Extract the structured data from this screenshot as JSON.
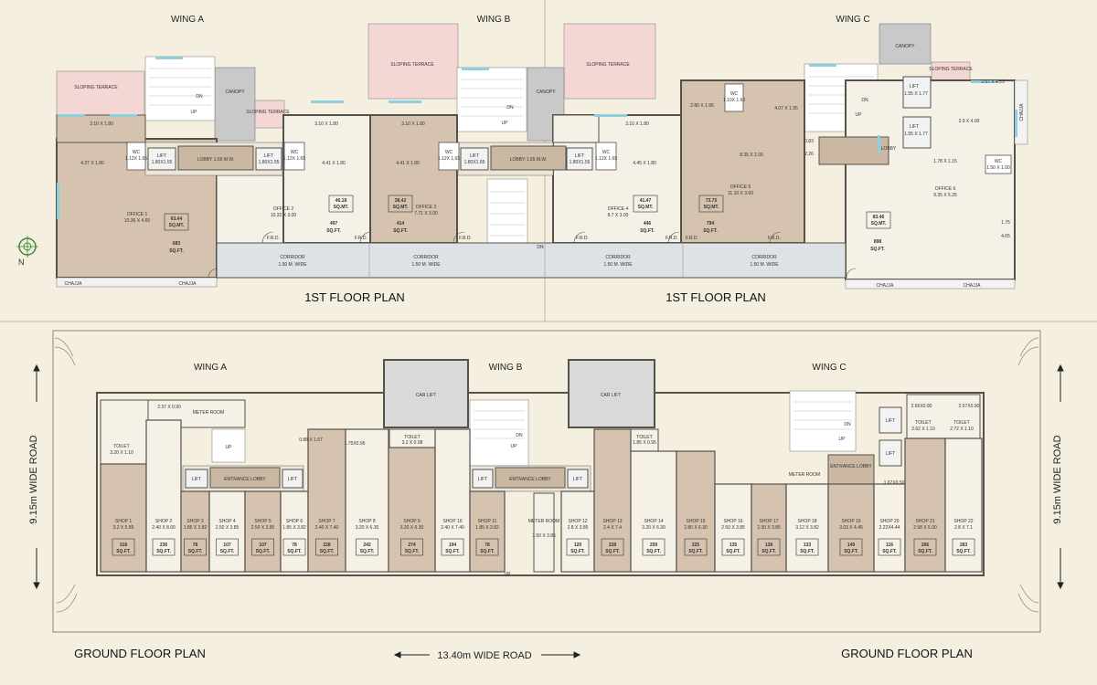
{
  "colors": {
    "background": "#f4efdf",
    "office": "#d5c3b0",
    "shop_dark": "#d5c3b0",
    "shop_light": "#f6f1e7",
    "corridor": "#dde2e6",
    "terrace": "#f4d6d4",
    "canopy": "#c9c9c9",
    "lobby": "#cbb8a3",
    "wall": "#55514b",
    "lift": "#f2f2f2",
    "carlift": "#d9d9d9"
  },
  "labels": {
    "wing_a": "WING A",
    "wing_b": "WING B",
    "wing_c": "WING C",
    "first_floor_plan": "1ST FLOOR PLAN",
    "ground_floor_plan": "GROUND FLOOR PLAN",
    "road_side": "9.15m WIDE ROAD",
    "road_front": "13.40m WIDE ROAD",
    "north": "N",
    "sloping_terrace": "SLOPING TERRACE",
    "canopy": "CANOPY",
    "chajja": "CHAJJA",
    "corridor": "CORRIDOR",
    "corridor_width": "1.50 M. WIDE",
    "lobby_ab": "LOBBY 1.65 M.W.",
    "lobby": "LOBBY",
    "lift": "LIFT",
    "lift_size": "1.80X1.55",
    "wc": "WC",
    "frd": "F.R.D.",
    "up": "UP",
    "dn": "DN",
    "car_lift": "CAR LIFT",
    "entrance_lobby": "ENTRANCE LOBBY",
    "meter_room": "METER ROOM",
    "toilet": "TOILET"
  },
  "offices": [
    {
      "name": "OFFICE 1",
      "size": "10.36 X 4.65",
      "sqmt": "63.44",
      "sqft": "683"
    },
    {
      "name": "OFFICE 2",
      "size": "10.32 X 3.00",
      "sqmt": "46.18",
      "sqft": "497"
    },
    {
      "name": "OFFICE 3",
      "size": "7.71 X 3.00",
      "sqmt": "38.42",
      "sqft": "414"
    },
    {
      "name": "OFFICE 4",
      "size": "8.7 X 3.00",
      "sqmt": "41.47",
      "sqft": "446"
    },
    {
      "name": "OFFICE 5",
      "size": "11.10 X 3.60",
      "sqmt": "73.75",
      "sqft": "794"
    },
    {
      "name": "OFFICE 6",
      "size": "9.35 X 5.25",
      "sqmt": "83.46",
      "sqft": "898"
    }
  ],
  "first_floor_dims": {
    "a_310": "3.10 X 1.80",
    "a_437": "4.37 X 1.80",
    "a_441": "4.41 X 1.80",
    "b_441": "4.41 X 1.80",
    "b_445": "4.45 X 1.80",
    "c_280": "2.80 X 1.95",
    "c_407": "4.07 X 1.95",
    "c_835": "8.35 X 2.05",
    "c_257": "2.57 X 4.25",
    "c_29": "2.9 X 4.00",
    "c_178": "1.78 X 1.15",
    "c_175": "1.75",
    "c_465": "4.65",
    "c_083": "0.83",
    "c_226": "2.26",
    "c_lift": "1.55 X 1.77",
    "wc_size": "1.12X 1.65",
    "wc5_size": "1.10X 1.60",
    "wc6_size": "1.50 X 1.00"
  },
  "shops": [
    {
      "name": "SHOP 1",
      "size": "3.2 X 5.85",
      "sqft": "318",
      "dark": true
    },
    {
      "name": "SHOP 2",
      "size": "2.40 X 8.00",
      "sqft": "236",
      "dark": false
    },
    {
      "name": "SHOP 3",
      "size": "1.85 X 3.82",
      "sqft": "78",
      "dark": true
    },
    {
      "name": "SHOP 4",
      "size": "2.50 X 3.85",
      "sqft": "107",
      "dark": false
    },
    {
      "name": "SHOP 5",
      "size": "2.50 X 3.85",
      "sqft": "107",
      "dark": true
    },
    {
      "name": "SHOP 6",
      "size": "1.85 X 3.82",
      "sqft": "78",
      "dark": false
    },
    {
      "name": "SHOP 7",
      "size": "2.40 X 7.40",
      "sqft": "228",
      "dark": true
    },
    {
      "name": "SHOP 8",
      "size": "3.20 X 6.30",
      "sqft": "242",
      "dark": false
    },
    {
      "name": "SHOP 9",
      "size": "3.20 X 6.30",
      "sqft": "274",
      "dark": true
    },
    {
      "name": "SHOP 10",
      "size": "2.40 X 7.40",
      "sqft": "194",
      "dark": false
    },
    {
      "name": "SHOP 11",
      "size": "1.85 X 3.82",
      "sqft": "78",
      "dark": true
    },
    {
      "name": "SHOP 12",
      "size": "2.8 X 3.85",
      "sqft": "120",
      "dark": false
    },
    {
      "name": "SHOP 13",
      "size": "2.4 X 7.4",
      "sqft": "228",
      "dark": true
    },
    {
      "name": "SHOP 14",
      "size": "3.20 X 6.30",
      "sqft": "259",
      "dark": false
    },
    {
      "name": "SHOP 15",
      "size": "2.80 X 6.30",
      "sqft": "225",
      "dark": true
    },
    {
      "name": "SHOP 16",
      "size": "2.50 X 3.85",
      "sqft": "135",
      "dark": false
    },
    {
      "name": "SHOP 17",
      "size": "2.30 X 3.85",
      "sqft": "128",
      "dark": true
    },
    {
      "name": "SHOP 18",
      "size": "3.12 X 3.82",
      "sqft": "133",
      "dark": false
    },
    {
      "name": "SHOP 19",
      "size": "3.03 X 4.45",
      "sqft": "149",
      "dark": true
    },
    {
      "name": "SHOP 20",
      "size": "2.22X4.44",
      "sqft": "116",
      "dark": false
    },
    {
      "name": "SHOP 21",
      "size": "2.58 X 5.00",
      "sqft": "266",
      "dark": true
    },
    {
      "name": "SHOP 22",
      "size": "2.8 X 7.1",
      "sqft": "283",
      "dark": false
    }
  ],
  "ground_dims": {
    "meter_room_size": "1.50 X 3.85",
    "toilet_1": "3.20 X 1.10",
    "toilet_9": "3.2 X 0.98",
    "toilet_14": "1.85 X 0.95",
    "toilet_21": "2.62 X 1.10",
    "toilet_22": "2.72 X 1.10",
    "wc_237": "2.37 X 0.90",
    "wc_088": "0.88 X 1.57",
    "wc_175": "1.75X0.95",
    "wc_265": "2.65X0.90",
    "wc_257": "2.57X0.90",
    "d_167": "1.67X0.50"
  }
}
